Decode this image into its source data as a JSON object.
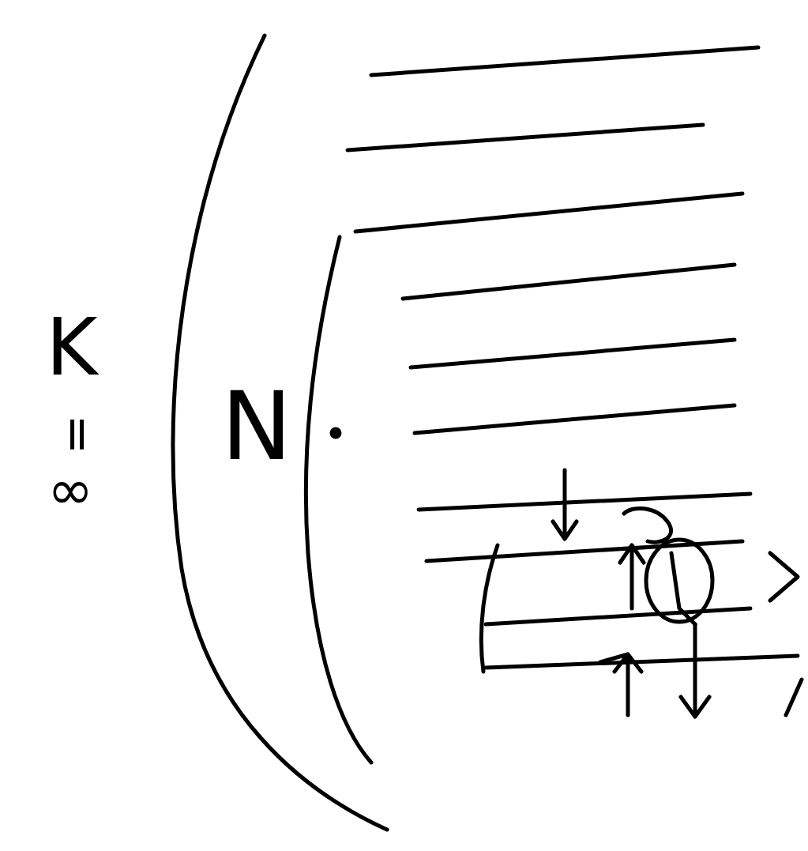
{
  "diagram": {
    "labels": [
      "K",
      "=",
      "∞",
      "N"
    ]
  }
}
